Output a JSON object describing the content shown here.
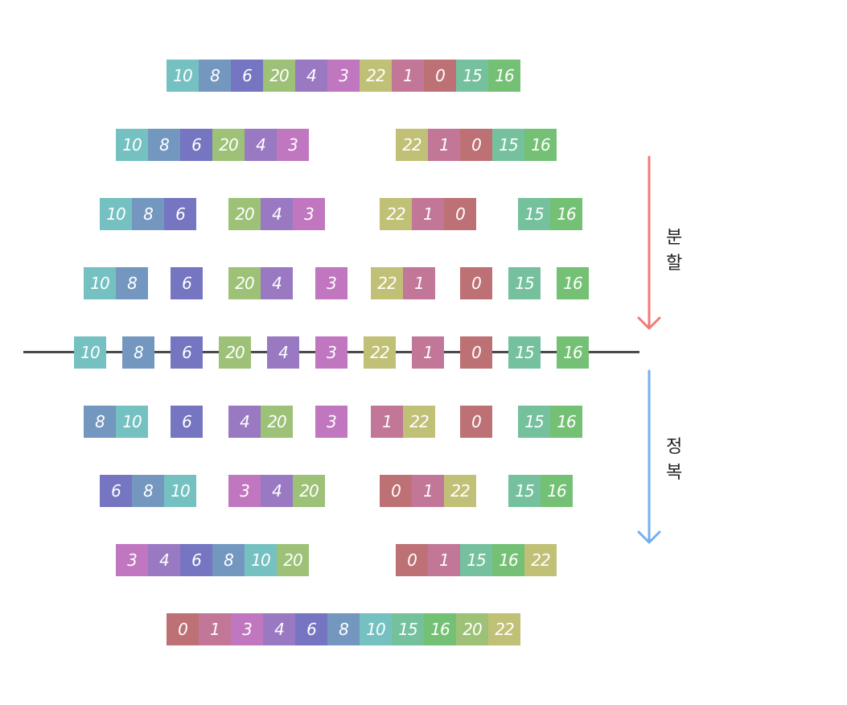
{
  "colors": {
    "0": "#bd7175",
    "1": "#c27799",
    "3": "#c177c0",
    "4": "#9a79c3",
    "6": "#7575c1",
    "8": "#7497c0",
    "10": "#75c1c1",
    "15": "#75c19d",
    "16": "#74c175",
    "20": "#9cc177",
    "22": "#c0c077",
    "divide_arrow": "#f17a7a",
    "conquer_arrow": "#72aff0",
    "baseline": "#4a4a4a"
  },
  "labels": {
    "divide": "분할",
    "conquer": "정복"
  },
  "rows": [
    [
      [
        "10",
        "8",
        "6",
        "20",
        "4",
        "3",
        "22",
        "1",
        "0",
        "15",
        "16"
      ]
    ],
    [
      [
        "10",
        "8",
        "6",
        "20",
        "4",
        "3"
      ],
      [
        "22",
        "1",
        "0",
        "15",
        "16"
      ]
    ],
    [
      [
        "10",
        "8",
        "6"
      ],
      [
        "20",
        "4",
        "3"
      ],
      [
        "22",
        "1",
        "0"
      ],
      [
        "15",
        "16"
      ]
    ],
    [
      [
        "10",
        "8"
      ],
      [
        "6"
      ],
      [
        "20",
        "4"
      ],
      [
        "3"
      ],
      [
        "22",
        "1"
      ],
      [
        "0"
      ],
      [
        "15"
      ],
      [
        "16"
      ]
    ],
    [
      [
        "10"
      ],
      [
        "8"
      ],
      [
        "6"
      ],
      [
        "20"
      ],
      [
        "4"
      ],
      [
        "3"
      ],
      [
        "22"
      ],
      [
        "1"
      ],
      [
        "0"
      ],
      [
        "15"
      ],
      [
        "16"
      ]
    ],
    [
      [
        "8",
        "10"
      ],
      [
        "6"
      ],
      [
        "4",
        "20"
      ],
      [
        "3"
      ],
      [
        "1",
        "22"
      ],
      [
        "0"
      ],
      [
        "15",
        "16"
      ]
    ],
    [
      [
        "6",
        "8",
        "10"
      ],
      [
        "3",
        "4",
        "20"
      ],
      [
        "0",
        "1",
        "22"
      ],
      [
        "15",
        "16"
      ]
    ],
    [
      [
        "3",
        "4",
        "6",
        "8",
        "10",
        "20"
      ],
      [
        "0",
        "1",
        "15",
        "16",
        "22"
      ]
    ],
    [
      [
        "0",
        "1",
        "3",
        "4",
        "6",
        "8",
        "10",
        "15",
        "16",
        "20",
        "22"
      ]
    ]
  ]
}
